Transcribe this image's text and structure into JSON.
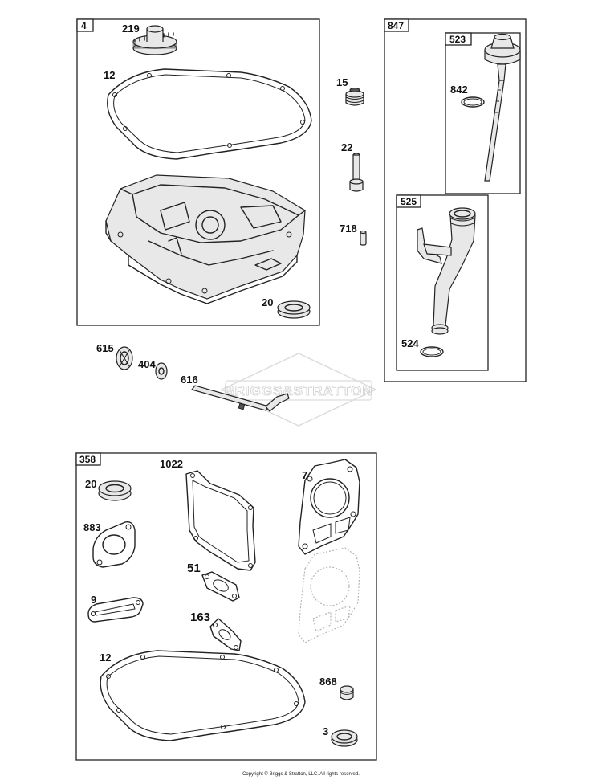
{
  "diagram": {
    "watermark": "BRIGGS&STRATTON",
    "copyright": "Copyright © Briggs & Stratton, LLC. All rights reserved.",
    "boxes": {
      "sump": "4",
      "dipstick_kit": "847",
      "dipstick": "523",
      "tube_assembly": "525",
      "gasket_set": "358"
    },
    "callouts": {
      "gear": "219",
      "gasket_top": "12",
      "plug": "15",
      "screw": "22",
      "pin": "718",
      "seal_top": "20",
      "oring_dipstick": "842",
      "oring_tube": "524",
      "governor": "615",
      "washer": "404",
      "governor_shaft": "616",
      "seal_kit": "20",
      "gasket_1022": "1022",
      "head_gasket": "7",
      "gasket_883": "883",
      "gasket_51": "51",
      "gasket_9": "9",
      "gasket_163": "163",
      "gasket_bottom": "12",
      "valve_seal": "868",
      "seal_3": "3"
    }
  }
}
